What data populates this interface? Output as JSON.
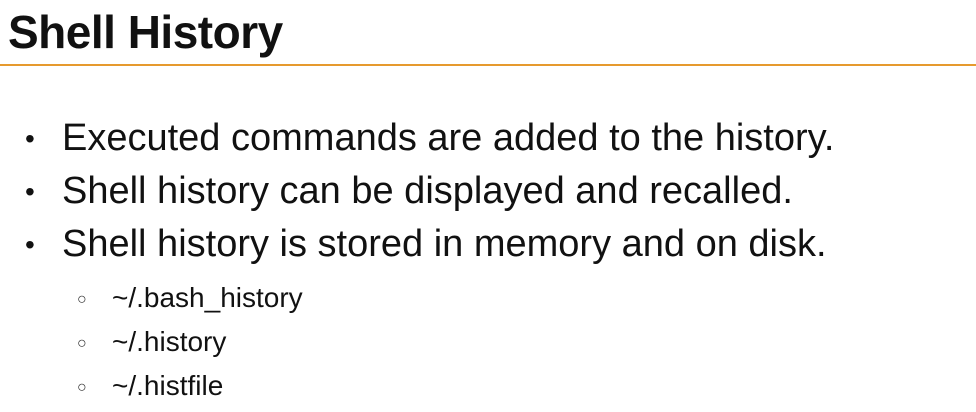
{
  "slide": {
    "title": "Shell History",
    "accent_color": "#e69a2e",
    "bullets": [
      {
        "marker": "•",
        "text": "Executed commands are added to the history."
      },
      {
        "marker": "•",
        "text": "Shell history can be displayed and recalled."
      },
      {
        "marker": "•",
        "text": "Shell history is stored in memory and on disk."
      }
    ],
    "sub_bullets": [
      {
        "marker": "○",
        "text": "~/.bash_history"
      },
      {
        "marker": "○",
        "text": "~/.history"
      },
      {
        "marker": "○",
        "text": "~/.histfile"
      }
    ]
  }
}
